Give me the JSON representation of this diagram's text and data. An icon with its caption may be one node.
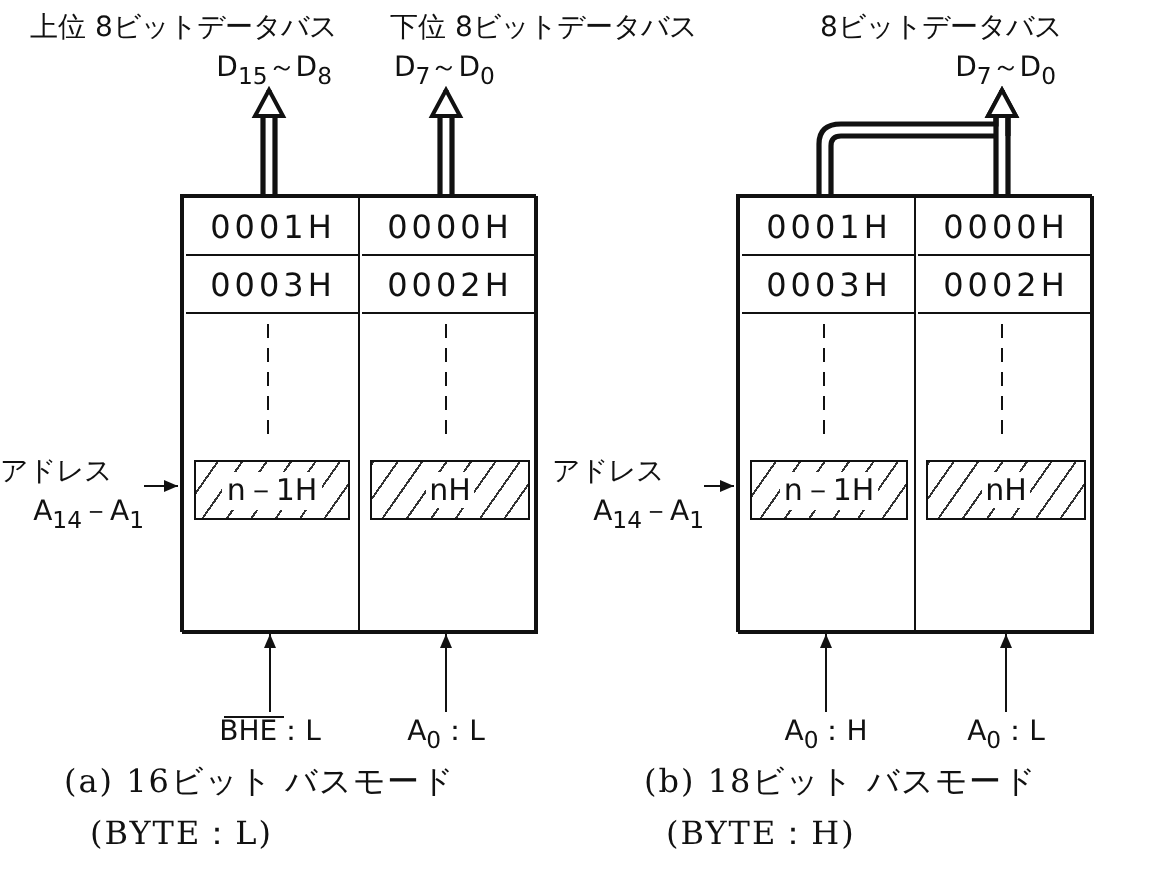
{
  "diagram": {
    "nodes": [
      {
        "text": [
          "上位 8ビットデータバス",
          "D$_{15}$～D$_{8}$"
        ]
      },
      {
        "text": [
          "下位 8ビットデータバス",
          "D$_{7}$～D$_{0}$"
        ]
      },
      {
        "text": [],
        "shape": "box"
      },
      {
        "text": [],
        "shape": "box",
        "in": 2
      },
      {
        "text": [
          "0001H"
        ],
        "in": 3
      },
      {
        "text": [
          "0003H"
        ],
        "in": 3
      },
      {
        "text": [
          "n－1H"
        ],
        "in": 3
      },
      {
        "text": [],
        "shape": "box",
        "in": 2
      },
      {
        "text": [
          "0000H"
        ],
        "in": 7
      },
      {
        "text": [
          "0002H"
        ],
        "in": 7
      },
      {
        "text": [
          "nH"
        ],
        "in": 7
      },
      {
        "text": [
          "アドレス",
          "A$_{14}$－A$_{1}$"
        ]
      },
      {
        "text": [
          "BHE：L"
        ]
      },
      {
        "text": [
          "A$_{0}$：L"
        ]
      },
      {
        "text": [
          "8ビットデータバス",
          "D$_{7}$～D$_{0}$"
        ]
      },
      {
        "text": [],
        "shape": "box"
      },
      {
        "text": [],
        "shape": "box",
        "in": 15
      },
      {
        "text": [
          "0001H"
        ],
        "in": 16
      },
      {
        "text": [
          "0003H"
        ],
        "in": 16
      },
      {
        "text": [
          "n－1H"
        ],
        "in": 16
      },
      {
        "text": [],
        "shape": "box",
        "in": 15
      },
      {
        "text": [
          "0000H"
        ],
        "in": 20
      },
      {
        "text": [
          "0002H"
        ],
        "in": 20
      },
      {
        "text": [
          "nH"
        ],
        "in": 20
      },
      {
        "text": [
          "アドレス",
          "A$_{14}$－A$_{1}$"
        ]
      },
      {
        "text": [
          "A$_{0}$：H"
        ]
      },
      {
        "text": [
          "A$_{0}$：L"
        ]
      }
    ],
    "edges": [
      {
        "from": 3,
        "to": 0,
        "arrow": "to",
        "style": "thick"
      },
      {
        "from": 7,
        "to": 1,
        "arrow": "to",
        "style": "thick"
      },
      {
        "from": 11,
        "to": 2,
        "arrow": "to"
      },
      {
        "from": 12,
        "to": 3,
        "arrow": "to"
      },
      {
        "from": 13,
        "to": 7,
        "arrow": "to"
      },
      {
        "from": 16,
        "to": 14,
        "arrow": "to",
        "style": "thick"
      },
      {
        "from": 20,
        "to": 14,
        "arrow": "to",
        "style": "thick"
      },
      {
        "from": 24,
        "to": 15,
        "arrow": "to"
      },
      {
        "from": 25,
        "to": 16,
        "arrow": "to"
      },
      {
        "from": 26,
        "to": 20,
        "arrow": "to"
      }
    ],
    "labels": [
      "(a) 16ビット バスモード",
      "(BYTE：L)",
      "(b) 18ビット バスモード",
      "(BYTE：H)"
    ]
  }
}
